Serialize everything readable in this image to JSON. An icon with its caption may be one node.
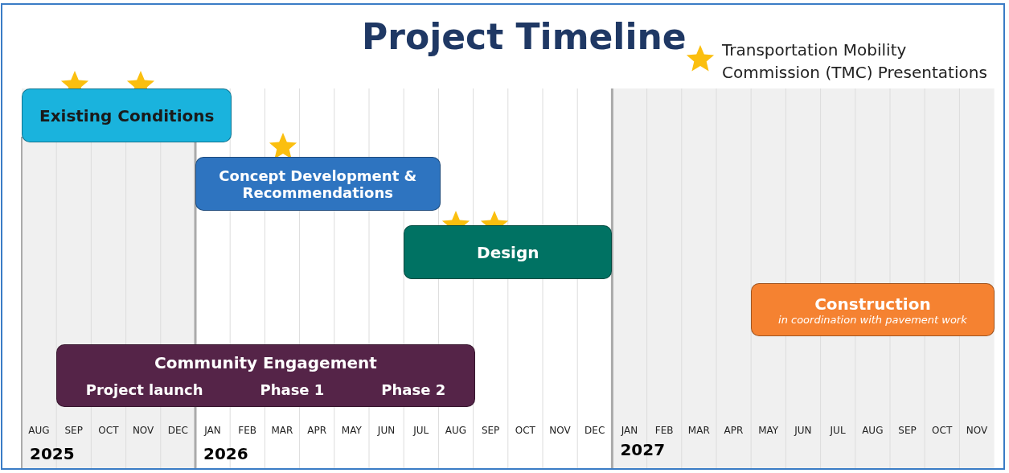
{
  "diagram": {
    "title": "Project Timeline",
    "nodes": [
      {
        "text": [
          "Existing Conditions"
        ]
      },
      {
        "text": [
          "Concept Development & Recommendations"
        ]
      },
      {
        "text": [
          "Design"
        ]
      },
      {
        "text": [
          "Construction",
          "in coordination with pavement work"
        ]
      },
      {
        "text": [
          "Community Engagement",
          "Project launch",
          "Phase 1",
          "Phase 2"
        ]
      }
    ],
    "edges": [],
    "labels": [
      "AUG",
      "SEP",
      "OCT",
      "NOV",
      "DEC",
      "JAN",
      "FEB",
      "MAR",
      "APR",
      "MAY",
      "JUN",
      "JUL",
      "AUG",
      "SEP",
      "OCT",
      "NOV",
      "DEC",
      "JAN",
      "FEB",
      "MAR",
      "APR",
      "MAY",
      "JUN",
      "JUL",
      "AUG",
      "SEP",
      "OCT",
      "NOV",
      "2025",
      "2026",
      "2027"
    ],
    "legend": [
      {
        "text": "Transportation Mobility Commission (TMC) Presentations"
      }
    ]
  }
}
